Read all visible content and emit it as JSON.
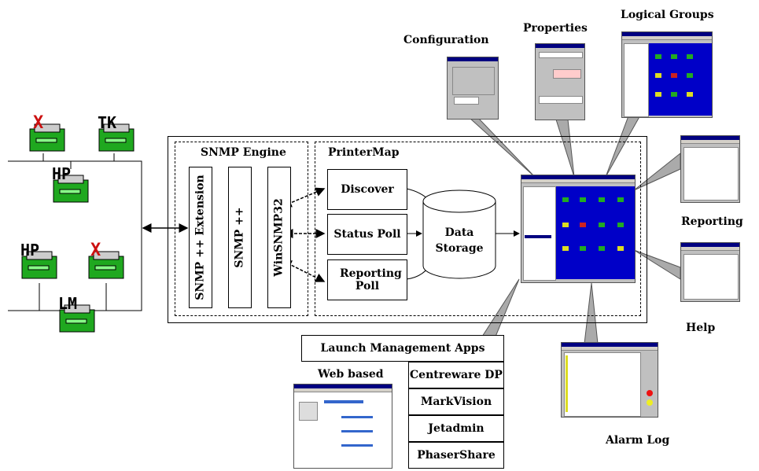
{
  "labels": {
    "configuration": "Configuration",
    "properties": "Properties",
    "logical_groups": "Logical Groups",
    "reporting": "Reporting",
    "help": "Help",
    "alarm_log": "Alarm Log",
    "web_based": "Web based",
    "snmp_engine": "SNMP Engine",
    "printermap": "PrinterMap"
  },
  "snmp": {
    "extension": "SNMP ++ Extension",
    "snmppp": "SNMP ++",
    "winsnmp": "WinSNMP32"
  },
  "printermap": {
    "discover": "Discover",
    "status_poll": "Status Poll",
    "reporting_poll": "Reporting Poll",
    "data_storage_line1": "Data",
    "data_storage_line2": "Storage"
  },
  "launch": {
    "title": "Launch Management Apps",
    "apps": [
      "Centreware DP",
      "MarkVision",
      "Jetadmin",
      "PhaserShare"
    ]
  },
  "printers": [
    "X",
    "TK",
    "HP",
    "HP",
    "X",
    "LM"
  ],
  "colors": {
    "printer_body": "#1fa81f",
    "brand_red": "#cc1010",
    "screen_blue": "#0000c8"
  }
}
